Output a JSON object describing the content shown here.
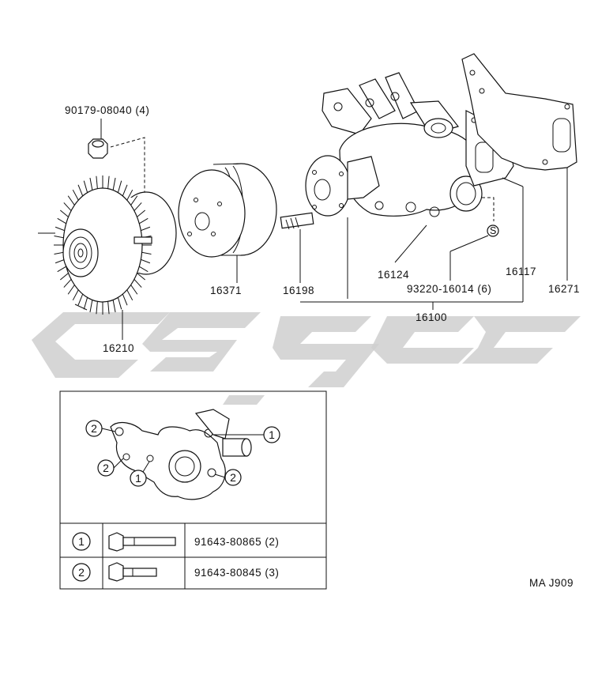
{
  "labels": {
    "nut": "90179-08040 (4)",
    "fan_clutch": "16210",
    "pulley": "16371",
    "stud": "16198",
    "housing": "16124",
    "bolt_s": "93220-16014 (6)",
    "gasket_inner": "16117",
    "gasket_outer": "16271",
    "assembly": "16100",
    "symbol_s": "S"
  },
  "inset": {
    "callout_1": "1",
    "callout_2": "2",
    "rows": [
      {
        "callout": "1",
        "part": "91643-80865 (2)"
      },
      {
        "callout": "2",
        "part": "91643-80845 (3)"
      }
    ]
  },
  "footer_code": "MA J909",
  "watermark": {
    "color": "#cfcfcf"
  }
}
